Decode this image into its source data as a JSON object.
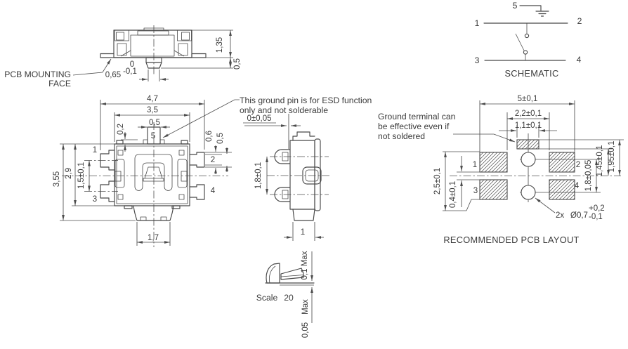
{
  "colors": {
    "ink": "#3b3b3b",
    "line": "#474747",
    "background": "#ffffff"
  },
  "side_elevation": {
    "label_line1": "PCB MOUNTING",
    "label_line2": "FACE",
    "dim_height": "1,35",
    "dim_standoff": "0,5",
    "dim_zero": "0",
    "dim_tol": "-0,1",
    "dim_foot": "0,65"
  },
  "front_view": {
    "dim_overall_width": "4,7",
    "dim_body_width": "3,5",
    "dim_pin5_width": "0,5",
    "dim_step": "0,2",
    "dim_overall_height": "3,55",
    "dim_body_height": "2,9",
    "dim_pin_pitch": "1,5±0,1",
    "dim_stem": "1,7",
    "dim_pin_flange": "0,6",
    "dim_pin_width": "0,5",
    "pin1": "1",
    "pin2": "2",
    "pin3": "3",
    "pin4": "4",
    "pin5": "5"
  },
  "esd_note": {
    "line1": "This ground pin is for ESD function",
    "line2": "only and not solderable"
  },
  "side_view": {
    "dim_flush": "0±0,05",
    "dim_pitch": "1,8±0,1",
    "dim_stem": "1"
  },
  "detail_view": {
    "scale_label": "Scale",
    "scale_value": "20",
    "dim_top": "0,1 Max",
    "dim_bottom_word": "Max",
    "dim_bottom_value": "0,05"
  },
  "schematic": {
    "title": "SCHEMATIC",
    "pin1": "1",
    "pin2": "2",
    "pin3": "3",
    "pin4": "4",
    "pin5": "5"
  },
  "pcb_layout": {
    "title": "RECOMMENDED PCB LAYOUT",
    "note_line1": "Ground terminal can",
    "note_line2": "be effective even if",
    "note_line3": "not soldered",
    "dim_width": "5±0,1",
    "dim_gap": "2,2±0,1",
    "dim_ground_width": "1,1±0,1",
    "dim_height": "2,5±0,1",
    "dim_pad_gap": "0,4±0,1",
    "dim_hole_pitch": "1,8±0,05",
    "dim_ground_bottom": "1,45±0,1",
    "dim_ground_top": "1,95±0,1",
    "hole_callout_qty": "2x",
    "hole_callout_dia": "Ø0,7",
    "hole_tol_plus": "+0,2",
    "hole_tol_minus": "-0,1",
    "pad1": "1",
    "pad2": "2",
    "pad3": "3",
    "pad4": "4"
  }
}
